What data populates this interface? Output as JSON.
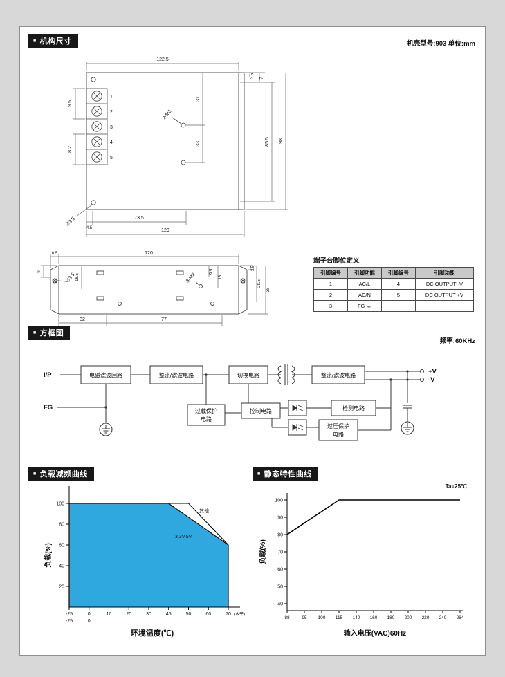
{
  "page": {
    "canvas_bg": "#d8d8d8",
    "page_bg": "#ffffff",
    "accent_blue": "#2fa8e0"
  },
  "icons": {
    "section_marker": "■"
  },
  "mech_section": {
    "title": "机构尺寸",
    "case_note": "机壳型号:903 单位:mm",
    "drawing_top": {
      "dim_width_top": "122.5",
      "dim_left_pitch": "9.5",
      "dim_left_lower": "8.2",
      "terminal_numbers": [
        "1",
        "2",
        "3",
        "4",
        "5"
      ],
      "dim_hole_upper": "31",
      "dim_hole_lower": "33",
      "label_holes": "2-M3",
      "dim_flange_a": "3.5",
      "dim_flange_b": "7",
      "dim_height_inner": "85.5",
      "dim_height_outer": "98",
      "label_dia": "∅3.5",
      "dim_bottom_a": "4.5",
      "dim_bottom_b": "73.5",
      "dim_bottom_c": "129"
    },
    "drawing_bottom": {
      "dim_top_a": "6.5",
      "dim_top_b": "120",
      "dim_left_a": "9",
      "dim_left_b": "18.5",
      "label_dia": "∅3.5",
      "label_holes": "3-M3",
      "dim_right_a": "9.5",
      "dim_right_b": "18",
      "dim_right_c": "3.5",
      "dim_right_d": "28.5",
      "dim_right_e": "38",
      "dim_bottom_a": "32",
      "dim_bottom_b": "77"
    },
    "pin_table": {
      "title": "端子台脚位定义",
      "headers": [
        "引脚编号",
        "引脚功能",
        "引脚编号",
        "引脚功能"
      ],
      "rows": [
        [
          "1",
          "AC/L",
          "4",
          "DC OUTPUT -V"
        ],
        [
          "2",
          "AC/N",
          "5",
          "DC OUTPUT +V"
        ],
        [
          "3",
          "FG ⏚",
          "",
          ""
        ]
      ]
    }
  },
  "block_section": {
    "title": "方框图",
    "freq_note": "频率:60KHz",
    "labels": {
      "input": "I/P",
      "fg": "FG",
      "emi_filter": "电磁滤波回路",
      "rectifier_filter_1": "整流/滤波电路",
      "switching": "切换电路",
      "rectifier_filter_2": "整流/滤波电路",
      "out_pos": "+V",
      "out_neg": "-V",
      "overload_line1": "过载保护",
      "overload_line2": "电路",
      "control": "控制电路",
      "detection": "检测电路",
      "ovp_line1": "过压保护",
      "ovp_line2": "电路"
    }
  },
  "chart_data": [
    {
      "type": "area",
      "title": "负载减频曲线",
      "xlabel": "环境温度(℃)",
      "ylabel": "负载(%)",
      "x_axis_note": "(水平)",
      "x_ticks": [
        "-25",
        "0",
        "10",
        "20",
        "30",
        "45",
        "50",
        "60",
        "70"
      ],
      "x_ticks_row2": [
        "-25",
        "0"
      ],
      "y_ticks": [
        "100",
        "80",
        "60",
        "40",
        "20"
      ],
      "ylim": [
        0,
        110
      ],
      "grid": false,
      "legend_position": "inline",
      "series": [
        {
          "name": "其他",
          "x": [
            -25,
            50,
            70
          ],
          "y": [
            100,
            100,
            60
          ],
          "fill": "#ffffff"
        },
        {
          "name": "3.3V,5V",
          "x": [
            -25,
            45,
            70
          ],
          "y": [
            100,
            100,
            60
          ],
          "fill": "#2fa8e0"
        }
      ]
    },
    {
      "type": "line",
      "title": "静态特性曲线",
      "annotation": "Ta=25℃",
      "xlabel": "输入电压(VAC)60Hz",
      "ylabel": "负载(%)",
      "x_ticks": [
        "88",
        "95",
        "100",
        "115",
        "140",
        "160",
        "180",
        "200",
        "220",
        "240",
        "264"
      ],
      "y_ticks": [
        "100",
        "90",
        "80",
        "70",
        "60",
        "50",
        "40"
      ],
      "ylim": [
        35,
        105
      ],
      "grid": false,
      "series": [
        {
          "x": [
            88,
            115,
            264
          ],
          "y": [
            80,
            100,
            100
          ]
        }
      ]
    }
  ]
}
